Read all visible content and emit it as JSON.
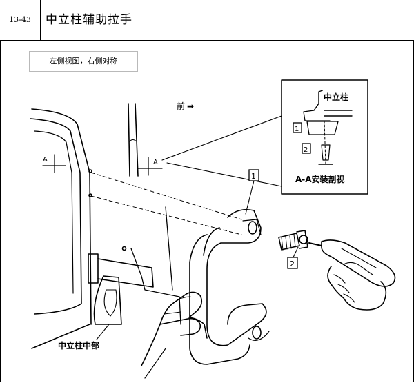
{
  "header": {
    "page_number": "13-43",
    "title": "中立柱辅助拉手"
  },
  "note": "左侧视图，右侧对称",
  "figure": {
    "front_label": "前",
    "front_arrow": "➡",
    "section_mark": "A",
    "callout_part1": "1",
    "callout_part2": "2",
    "inset_pillar_label": "中立柱",
    "inset_caption": "A-A安装剖视",
    "pillar_middle_label": "中立柱中部"
  }
}
